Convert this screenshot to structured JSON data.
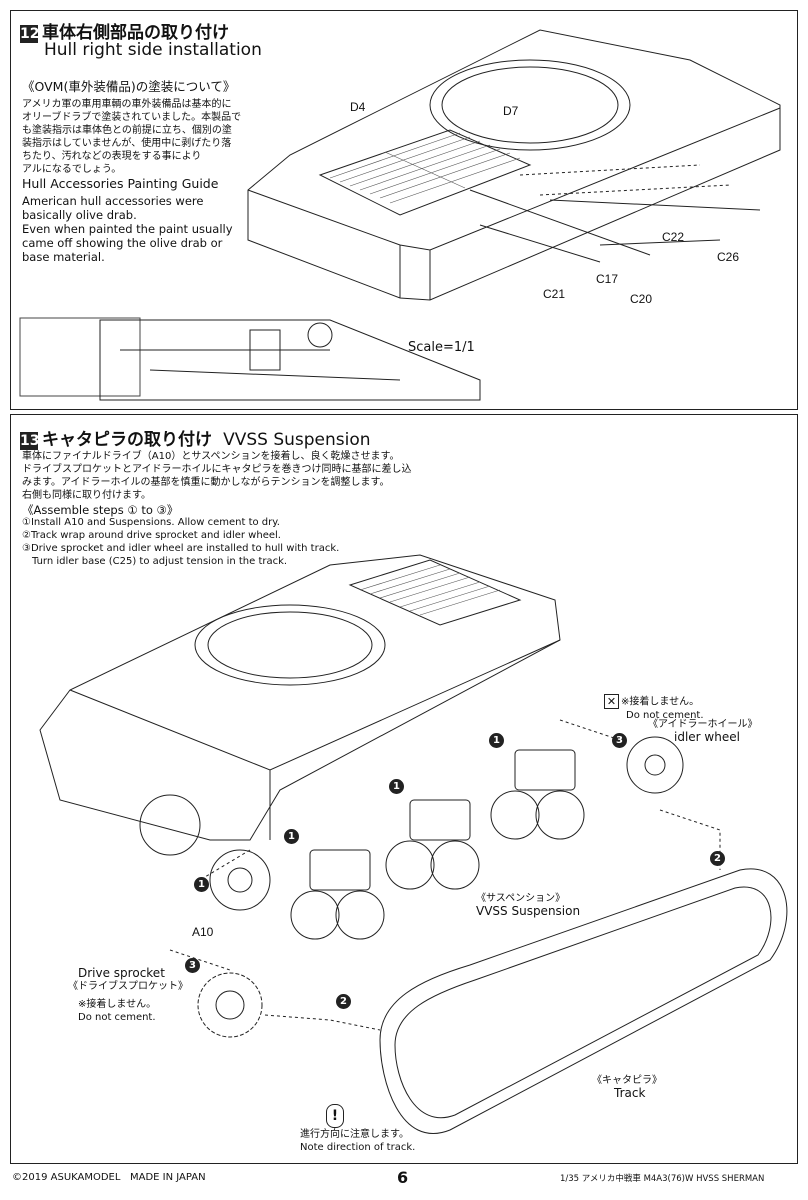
{
  "step12": {
    "number": "12",
    "title_jp": "車体右側部品の取り付け",
    "title_en": "Hull right side installation",
    "ovm_heading": "《OVM(車外装備品)の塗装について》",
    "ovm_body_jp": [
      "アメリカ軍の車用車輌の車外装備品は基本的に",
      "オリーブドラブで塗装されていました。本製品で",
      "も塗装指示は車体色との前提に立ち、個別の塗",
      "装指示はしていませんが、使用中に剥げたり落",
      "ちたり、汚れなどの表現をする事により",
      "アルになるでしょう。"
    ],
    "guide_heading": "Hull Accessories Painting Guide",
    "guide_body": [
      "American hull accessories were",
      "basically olive drab.",
      "Even when painted the paint usually",
      "came off showing the olive drab or",
      "base material."
    ],
    "labels": {
      "d4": "D4",
      "d7": "D7",
      "c22": "C22",
      "c26": "C26",
      "c17": "C17",
      "c21": "C21",
      "c20": "C20"
    },
    "scale": "Scale=1/1"
  },
  "step13": {
    "number": "13",
    "title_jp": "キャタピラの取り付け",
    "title_en": "VVSS Suspension",
    "body_jp": [
      "車体にファイナルドライブ（A10）とサスペンションを接着し、良く乾燥させます。",
      "ドライブスプロケットとアイドラーホイルにキャタピラを巻きつけ同時に基部に差し込",
      "みます。アイドラーホイルの基部を慎重に動かしながらテンションを調整します。",
      "右側も同様に取り付けます。"
    ],
    "steps_heading": "《Assemble steps ① to ③》",
    "steps": [
      "①Install A10 and Suspensions. Allow cement to dry.",
      "②Track wrap around drive sprocket and idler wheel.",
      "③Drive sprocket and idler wheel are installed to hull with track.",
      "Turn idler base (C25) to adjust tension in the track."
    ],
    "no_cement_jp": "※接着しません。",
    "no_cement_en": "Do not cement.",
    "idler_jp": "《アイドラーホイール》",
    "idler_en": "idler wheel",
    "susp_jp": "《サスペンション》",
    "susp_en": "VVSS Suspension",
    "a10": "A10",
    "sprocket_en": "Drive sprocket",
    "sprocket_jp": "《ドライブスプロケット》",
    "no_cement_jp2": "※接着しません。",
    "no_cement_en2": "Do not cement.",
    "track_jp": "《キャタピラ》",
    "track_en": "Track",
    "direction_jp": "進行方向に注意します。",
    "direction_en": "Note direction of track."
  },
  "footer": {
    "copyright": "©2019 ASUKAMODEL",
    "made_in": "MADE IN JAPAN",
    "page": "6",
    "product": "1/35 アメリカ中戦車 M4A3(76)W HVSS SHERMAN"
  }
}
